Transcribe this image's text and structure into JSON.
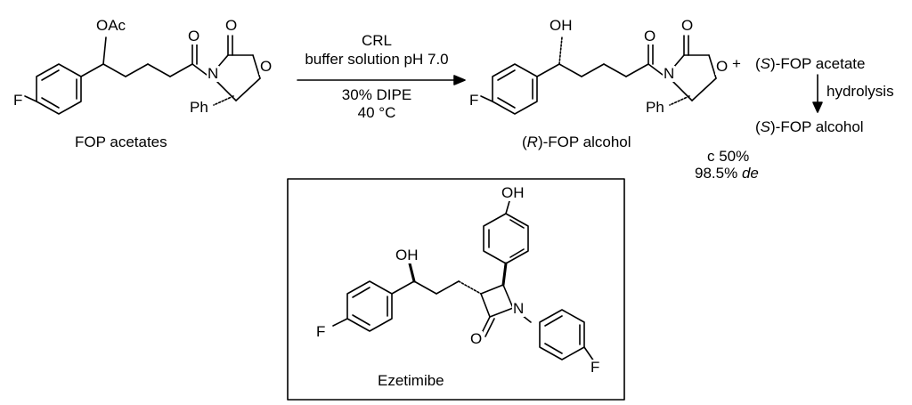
{
  "reactant": {
    "name": "FOP acetates",
    "atoms": {
      "oac": "OAc",
      "f": "F",
      "o_carbonyl": "O",
      "o_ox_carbonyl": "O",
      "n": "N",
      "o_ring": "O",
      "ph": "Ph"
    }
  },
  "conditions": {
    "enzyme": "CRL",
    "medium": "buffer solution pH 7.0",
    "cosolvent": "30% DIPE",
    "temperature": "40 °C"
  },
  "product": {
    "name_prefix": "(",
    "name_stereo": "R",
    "name_suffix": ")-FOP alcohol",
    "atoms": {
      "oh": "OH",
      "f": "F",
      "o_carbonyl": "O",
      "o_ox_carbonyl": "O",
      "n": "N",
      "o_ring": "O",
      "ph": "Ph"
    }
  },
  "plus_sign": "+",
  "byproduct": {
    "acetate_prefix": "(",
    "acetate_stereo": "S",
    "acetate_suffix": ")-FOP acetate",
    "step_label": "hydrolysis",
    "alcohol_prefix": "(",
    "alcohol_stereo": "S",
    "alcohol_suffix": ")-FOP alcohol"
  },
  "results": {
    "conversion": "c 50%",
    "de_value": "98.5% ",
    "de_label": "de"
  },
  "ezetimibe": {
    "name": "Ezetimibe",
    "atoms": {
      "oh_top": "OH",
      "oh_side": "OH",
      "f_left": "F",
      "f_right": "F",
      "o_lactam": "O",
      "n": "N"
    }
  }
}
